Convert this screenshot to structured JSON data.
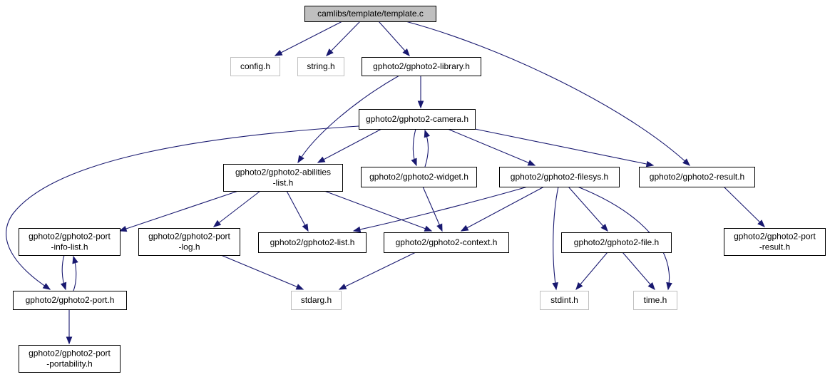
{
  "colors": {
    "edge": "#191970",
    "node_border": "#000000",
    "external_border": "#bfbfbf",
    "root_fill": "#bfbfbf",
    "node_fill": "#ffffff"
  },
  "graph": {
    "nodes": {
      "root": {
        "lines": [
          "camlibs/template/template.c"
        ],
        "kind": "root"
      },
      "config": {
        "lines": [
          "config.h"
        ],
        "kind": "external"
      },
      "string": {
        "lines": [
          "string.h"
        ],
        "kind": "external"
      },
      "library": {
        "lines": [
          "gphoto2/gphoto2-library.h"
        ],
        "kind": "local"
      },
      "camera": {
        "lines": [
          "gphoto2/gphoto2-camera.h"
        ],
        "kind": "local"
      },
      "abilities": {
        "lines": [
          "gphoto2/gphoto2-abilities",
          "-list.h"
        ],
        "kind": "local"
      },
      "widget": {
        "lines": [
          "gphoto2/gphoto2-widget.h"
        ],
        "kind": "local"
      },
      "filesys": {
        "lines": [
          "gphoto2/gphoto2-filesys.h"
        ],
        "kind": "local"
      },
      "result": {
        "lines": [
          "gphoto2/gphoto2-result.h"
        ],
        "kind": "local"
      },
      "infolist": {
        "lines": [
          "gphoto2/gphoto2-port",
          "-info-list.h"
        ],
        "kind": "local"
      },
      "portlog": {
        "lines": [
          "gphoto2/gphoto2-port",
          "-log.h"
        ],
        "kind": "local"
      },
      "list": {
        "lines": [
          "gphoto2/gphoto2-list.h"
        ],
        "kind": "local"
      },
      "context": {
        "lines": [
          "gphoto2/gphoto2-context.h"
        ],
        "kind": "local"
      },
      "file": {
        "lines": [
          "gphoto2/gphoto2-file.h"
        ],
        "kind": "local"
      },
      "portresult": {
        "lines": [
          "gphoto2/gphoto2-port",
          "-result.h"
        ],
        "kind": "local"
      },
      "port": {
        "lines": [
          "gphoto2/gphoto2-port.h"
        ],
        "kind": "local"
      },
      "stdarg": {
        "lines": [
          "stdarg.h"
        ],
        "kind": "external"
      },
      "stdint": {
        "lines": [
          "stdint.h"
        ],
        "kind": "external"
      },
      "time": {
        "lines": [
          "time.h"
        ],
        "kind": "external"
      },
      "portability": {
        "lines": [
          "gphoto2/gphoto2-port",
          "-portability.h"
        ],
        "kind": "local"
      }
    },
    "edges": [
      {
        "from": "root",
        "to": "config"
      },
      {
        "from": "root",
        "to": "string"
      },
      {
        "from": "root",
        "to": "library"
      },
      {
        "from": "root",
        "to": "result"
      },
      {
        "from": "library",
        "to": "camera"
      },
      {
        "from": "library",
        "to": "abilities"
      },
      {
        "from": "camera",
        "to": "abilities"
      },
      {
        "from": "camera",
        "to": "widget"
      },
      {
        "from": "camera",
        "to": "filesys"
      },
      {
        "from": "camera",
        "to": "result"
      },
      {
        "from": "camera",
        "to": "port"
      },
      {
        "from": "widget",
        "to": "camera"
      },
      {
        "from": "widget",
        "to": "context"
      },
      {
        "from": "abilities",
        "to": "infolist"
      },
      {
        "from": "abilities",
        "to": "portlog"
      },
      {
        "from": "abilities",
        "to": "list"
      },
      {
        "from": "abilities",
        "to": "context"
      },
      {
        "from": "filesys",
        "to": "list"
      },
      {
        "from": "filesys",
        "to": "context"
      },
      {
        "from": "filesys",
        "to": "file"
      },
      {
        "from": "filesys",
        "to": "stdint"
      },
      {
        "from": "filesys",
        "to": "time"
      },
      {
        "from": "result",
        "to": "portresult"
      },
      {
        "from": "infolist",
        "to": "port"
      },
      {
        "from": "port",
        "to": "infolist"
      },
      {
        "from": "port",
        "to": "portability"
      },
      {
        "from": "portlog",
        "to": "stdarg"
      },
      {
        "from": "context",
        "to": "stdarg"
      },
      {
        "from": "file",
        "to": "stdint"
      },
      {
        "from": "file",
        "to": "time"
      }
    ]
  }
}
